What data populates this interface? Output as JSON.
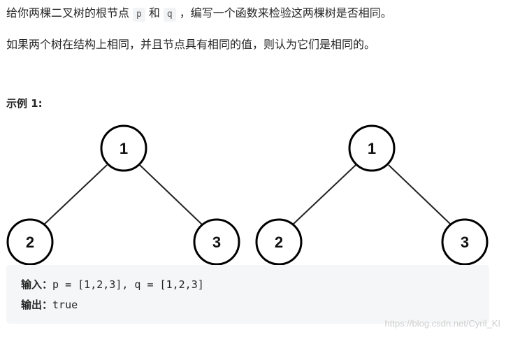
{
  "intro": {
    "part1": "给你两棵二叉树的根节点",
    "p": "p",
    "part2": "和",
    "q": "q",
    "part3": "，编写一个函数来检验这两棵树是否相同。"
  },
  "rule": "如果两个树在结构上相同，并且节点具有相同的值，则认为它们是相同的。",
  "example": {
    "title": "示例 1:",
    "tree_left": {
      "root": "1",
      "left": "2",
      "right": "3"
    },
    "tree_right": {
      "root": "1",
      "left": "2",
      "right": "3"
    },
    "input_label": "输入：",
    "input_value": "p = [1,2,3], q = [1,2,3]",
    "output_label": "输出：",
    "output_value": "true"
  },
  "watermark": "https://blog.csdn.net/Cyril_KI"
}
